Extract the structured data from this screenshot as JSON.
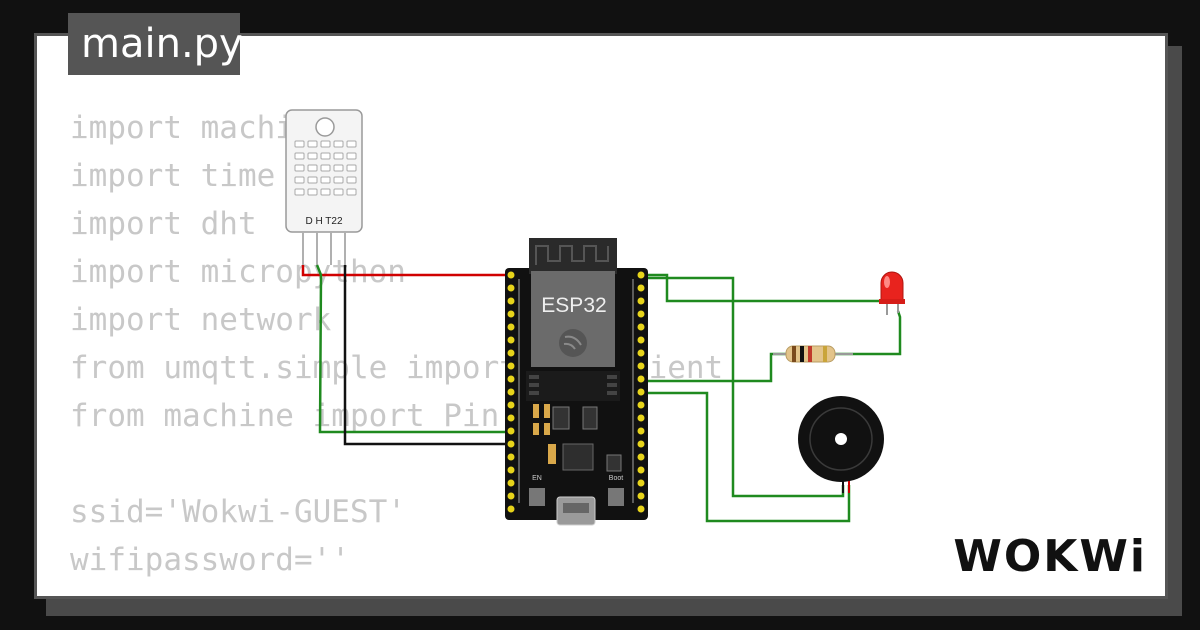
{
  "file_tab": {
    "label": "main.py"
  },
  "code": {
    "lines": [
      "import machine",
      "import time",
      "import dht",
      "import micropython",
      "import network",
      "from umqtt.simple import MQTTClient",
      "from machine import Pin",
      "",
      "ssid='Wokwi-GUEST'",
      "wifipassword=''"
    ]
  },
  "components": {
    "sensor_label": "D H T22",
    "board_label": "ESP32",
    "boot_label": "Boot",
    "en_label": "EN"
  },
  "brand": {
    "logo": "WOKWi"
  },
  "colors": {
    "background": "#111111",
    "card": "#ffffff",
    "code_text": "#c8c8c8",
    "wire_green": "#1f8a1f",
    "wire_red": "#d00000",
    "wire_black": "#111111",
    "led_red": "#e8231e",
    "pin_yellow": "#e8d41a"
  }
}
